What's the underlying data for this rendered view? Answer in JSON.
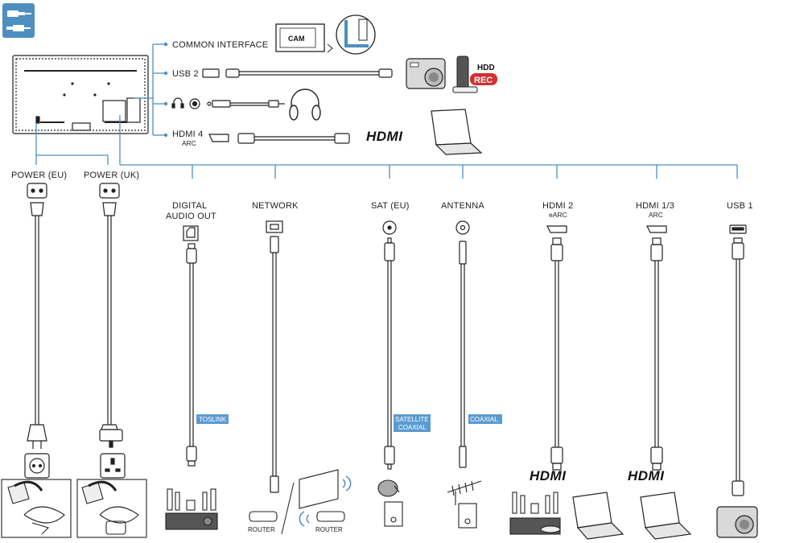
{
  "header": {
    "icon": "connection-cable-icon",
    "accent_color": "#4e8fbf"
  },
  "tv_ports": {
    "common_interface": "COMMON INTERFACE",
    "cam": "CAM",
    "usb2": "USB 2",
    "hdd": "HDD",
    "rec": "REC",
    "hdmi4": "HDMI 4",
    "hdmi4_sub": "ARC",
    "hdmi_logo": "HDMI"
  },
  "power": {
    "eu": "POWER (EU)",
    "uk": "POWER (UK)"
  },
  "connectors": {
    "digital_audio_line1": "DIGITAL",
    "digital_audio_line2": "AUDIO OUT",
    "toslink": "TOSLINK",
    "network": "NETWORK",
    "router1": "ROUTER",
    "router2": "ROUTER",
    "sat": "SAT (EU)",
    "sat_tag_line1": "SATELLITE",
    "sat_tag_line2": "COAXIAL",
    "antenna": "ANTENNA",
    "coaxial": "COAXIAL",
    "hdmi2": "HDMI 2",
    "hdmi2_sub": "eARC",
    "hdmi13": "HDMI 1/3",
    "hdmi13_sub": "ARC",
    "usb1": "USB 1",
    "hdmi_logo_2": "HDMI",
    "hdmi_logo_3": "HDMI"
  },
  "colors": {
    "line": "#4e8fbf",
    "tag_bg": "#5b9bd0",
    "rec_bg": "#d32f2f",
    "stroke": "#222222"
  }
}
